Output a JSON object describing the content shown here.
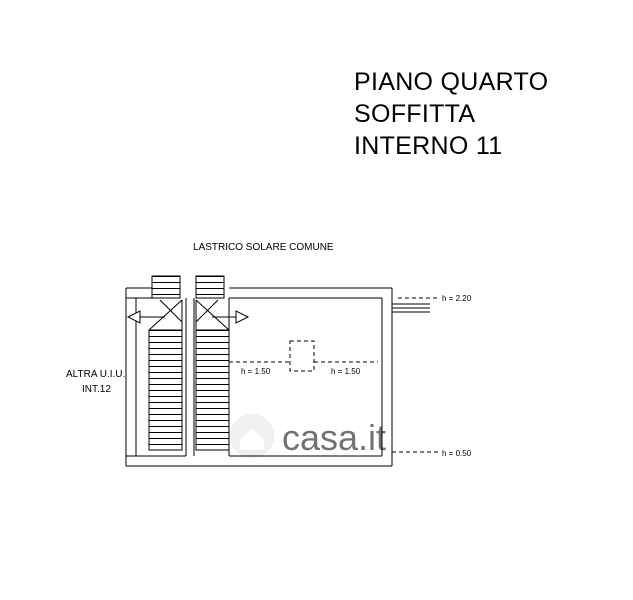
{
  "title": {
    "line1": "PIANO QUARTO",
    "line2": "SOFFITTA",
    "line3": "INTERNO 11"
  },
  "plan": {
    "roof_label": "LASTRICO SOLARE COMUNE",
    "neighbor_line1": "ALTRA U.I.U.",
    "neighbor_line2": "INT.12",
    "height_top": "h = 2.20",
    "height_mid_left": "h = 1.50",
    "height_mid_right": "h = 1.50",
    "height_bottom": "h = 0.50"
  },
  "watermark": "casa.it",
  "colors": {
    "line": "#000000",
    "watermark": "#d8d8d8"
  }
}
